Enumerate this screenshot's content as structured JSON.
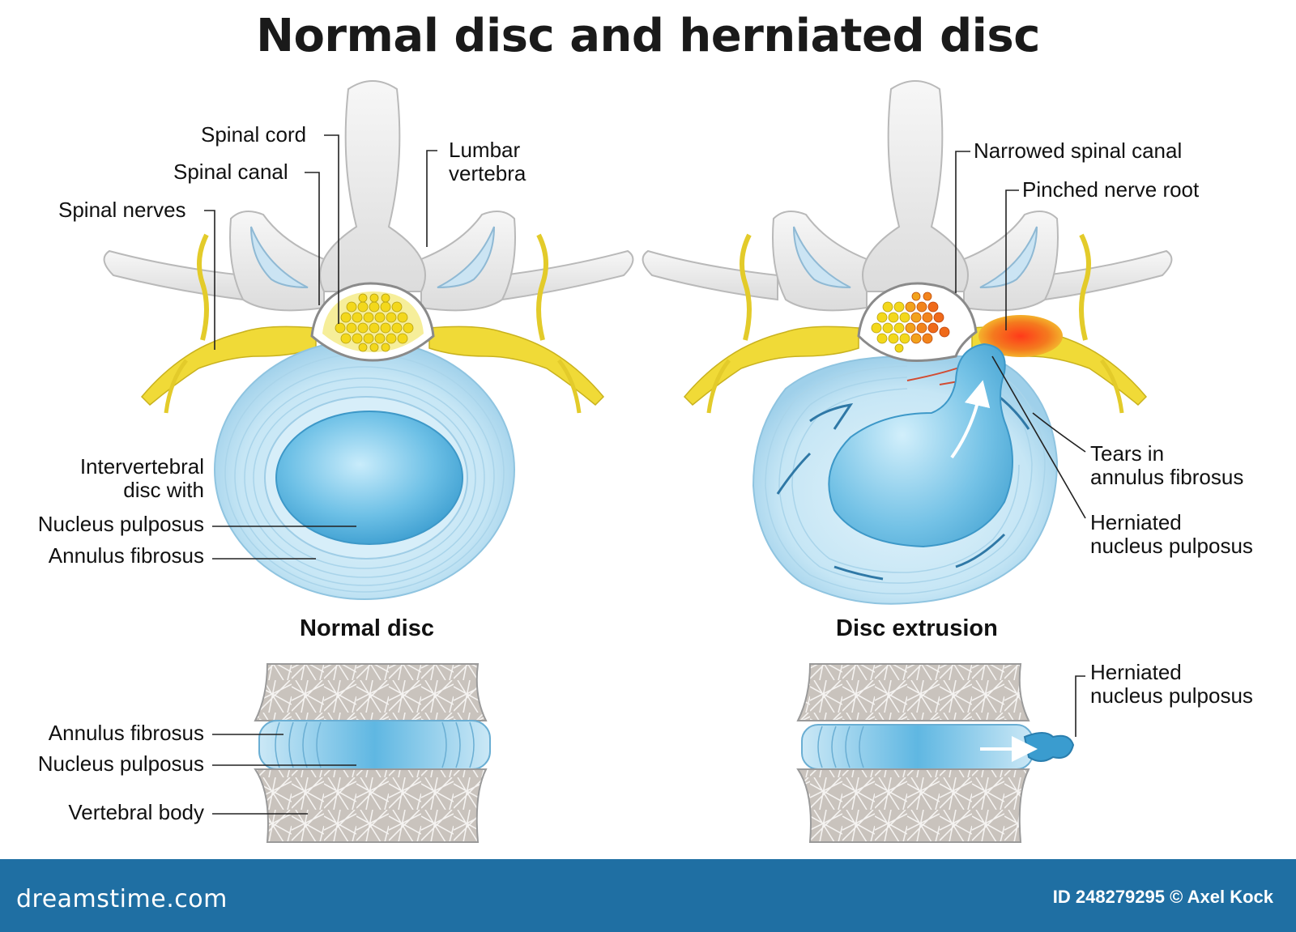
{
  "title": "Normal disc and herniated disc",
  "left_panel": {
    "labels": {
      "spinal_cord": "Spinal cord",
      "spinal_canal": "Spinal canal",
      "spinal_nerves": "Spinal nerves",
      "lumbar_vertebra_1": "Lumbar",
      "lumbar_vertebra_2": "vertebra",
      "ivd_1": "Intervertebral",
      "ivd_2": "disc with",
      "nucleus": "Nucleus pulposus",
      "annulus": "Annulus fibrosus"
    },
    "subtitle": "Normal disc",
    "side_labels": {
      "annulus": "Annulus fibrosus",
      "nucleus": "Nucleus pulposus",
      "vertebral_body": "Vertebral body"
    }
  },
  "right_panel": {
    "labels": {
      "narrowed": "Narrowed spinal canal",
      "pinched": "Pinched nerve root",
      "tears_1": "Tears in",
      "tears_2": "annulus fibrosus",
      "herniated_1": "Herniated",
      "herniated_2": "nucleus pulposus"
    },
    "subtitle": "Disc extrusion",
    "side_labels": {
      "herniated_1": "Herniated",
      "herniated_2": "nucleus pulposus"
    }
  },
  "footer": {
    "brand": "dreamstime.com",
    "credit": "ID 248279295 © Axel Kock"
  },
  "colors": {
    "disc_blue": "#bfe2f2",
    "nucleus_blue": "#5db6e0",
    "nerve_yellow": "#f1dd3c",
    "pinch_orange": "#f26a1b",
    "bone_gray": "#ecebeb",
    "footer_blue": "#1f6fa3"
  }
}
